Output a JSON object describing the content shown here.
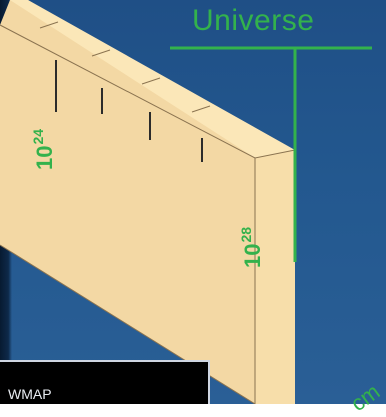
{
  "labels": {
    "universe": "Universe",
    "ten_small": "10",
    "exp_small": "24",
    "ten_large": "10",
    "exp_large": "28",
    "unit": "cm",
    "wmap": "WMAP"
  },
  "colors": {
    "background": "#23588f",
    "slab_face": "#f3d8a4",
    "slab_top": "#fbe7b8",
    "slab_edge": "#f6d7a0",
    "text_green": "#33b24c",
    "tick": "#2b2b2b",
    "wmap_box": "#000000"
  },
  "icons": {
    "satellite": "wmap-satellite-icon"
  }
}
